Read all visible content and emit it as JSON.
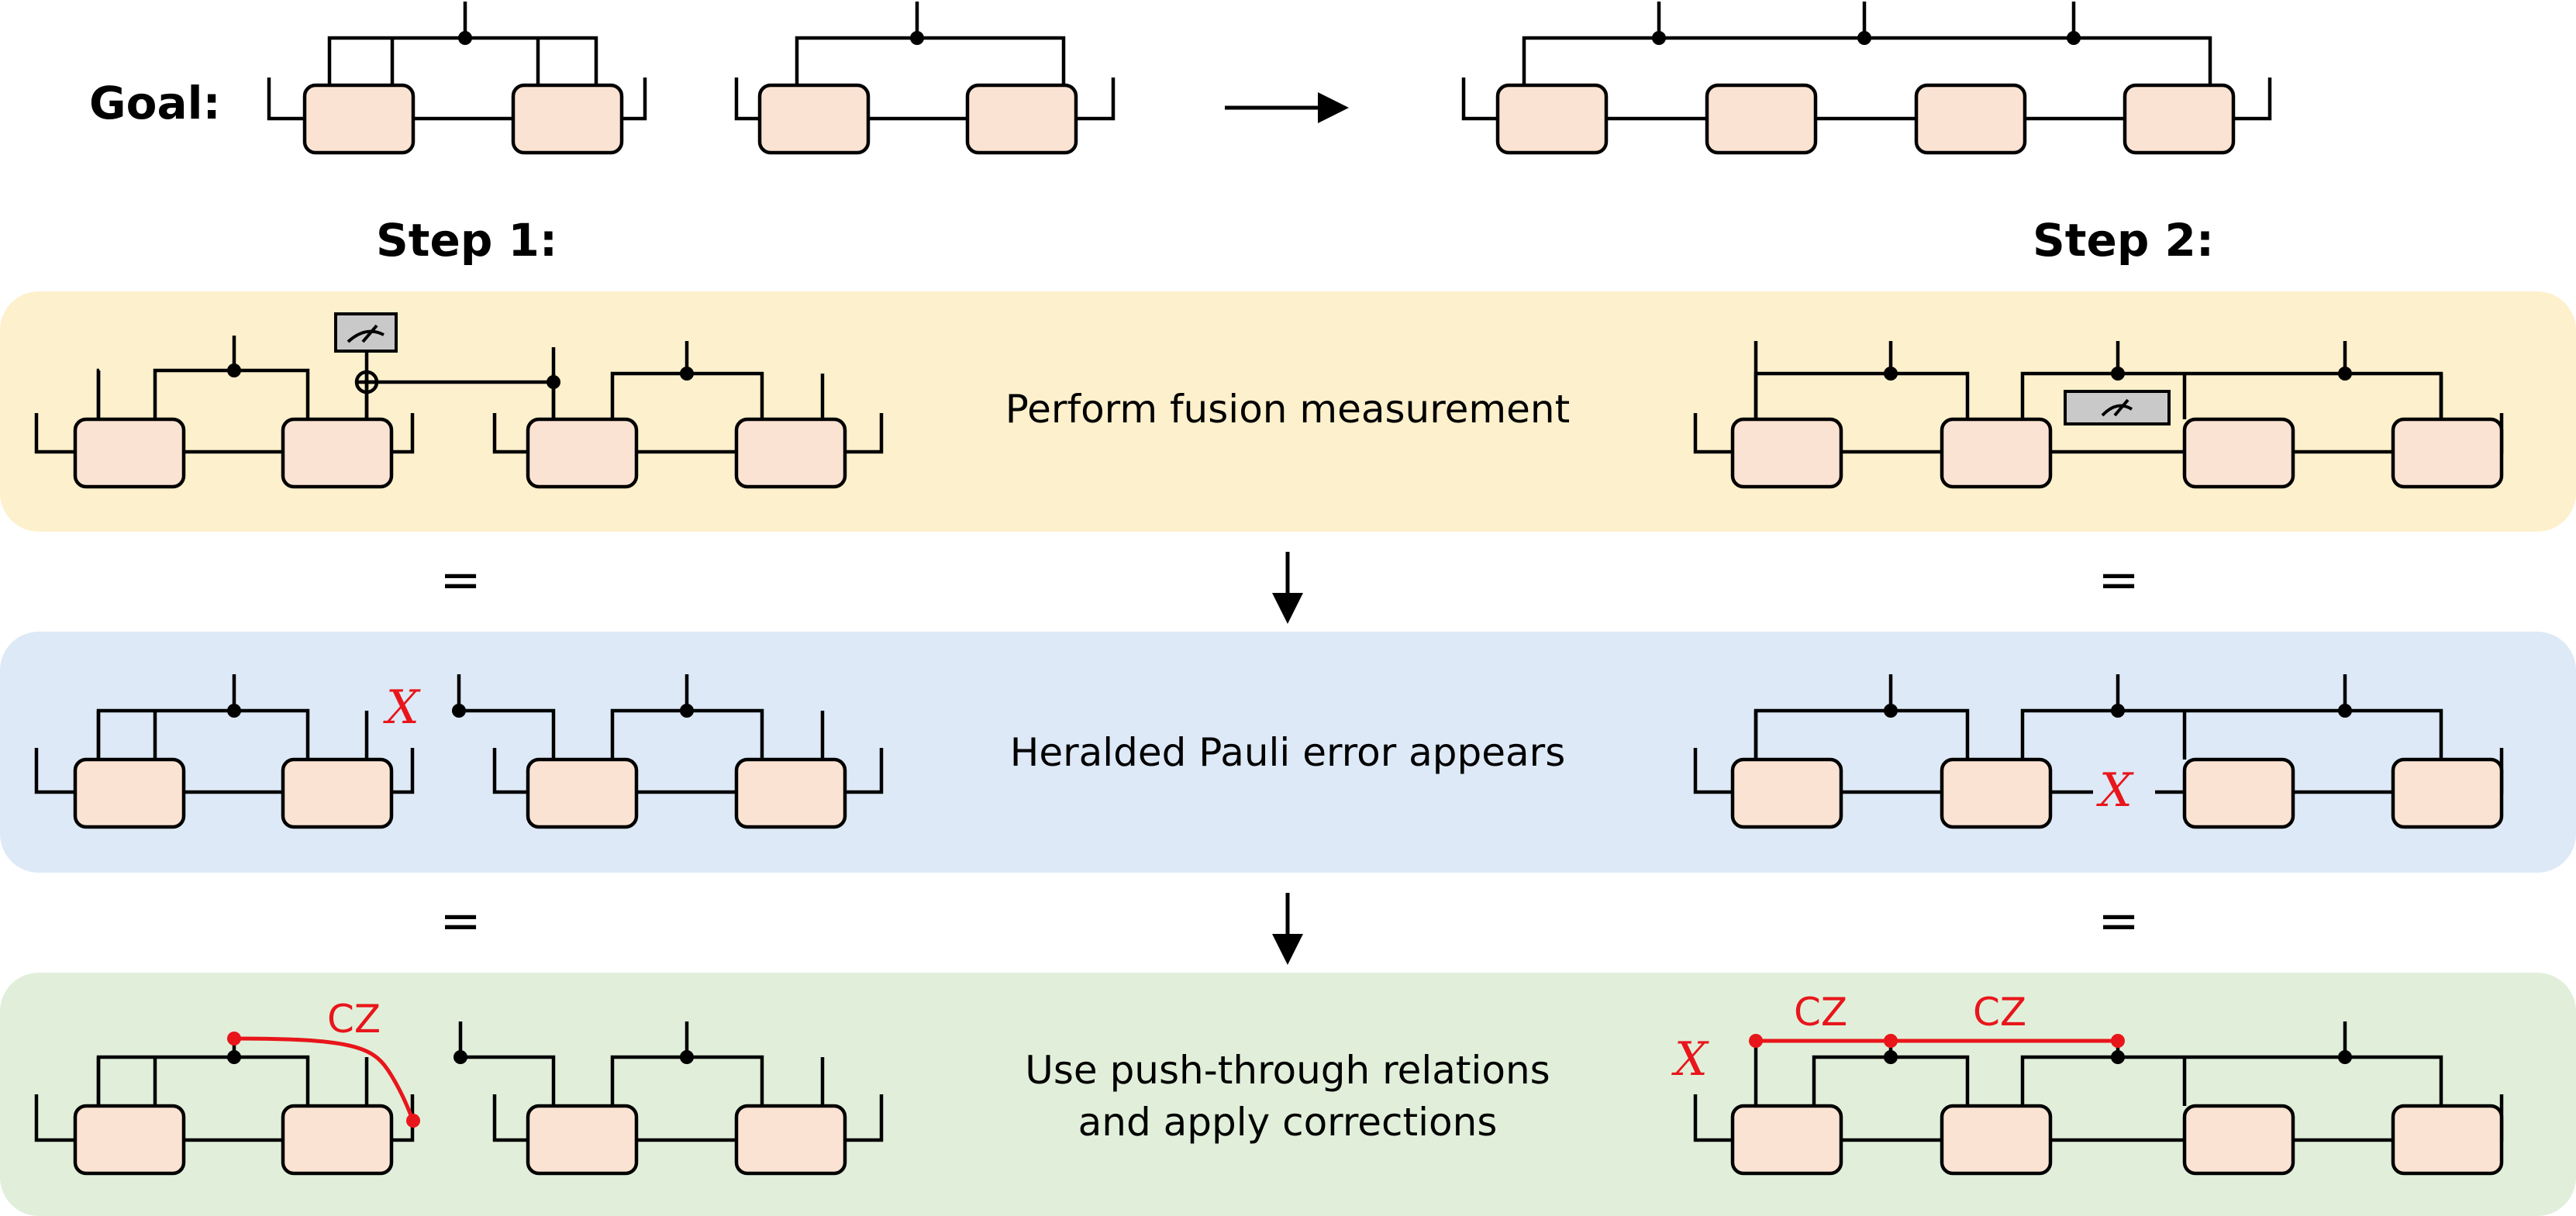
{
  "goal_label": "Goal:",
  "step1_label": "Step 1:",
  "step2_label": "Step 2:",
  "rows": [
    {
      "text_lines": [
        "Perform fusion measurement"
      ],
      "color": "#fdf0cc"
    },
    {
      "text_lines": [
        "Heralded Pauli error appears"
      ],
      "color": "#dde9f6"
    },
    {
      "text_lines": [
        "Use push-through relations",
        "and apply corrections"
      ],
      "color": "#e1efda"
    }
  ],
  "equals_symbol": "=",
  "pauli_x": "X",
  "cz_label": "CZ",
  "colors": {
    "box_fill": "#fbe3d3",
    "red": "#e8161b",
    "meter": "#c9c9c9"
  }
}
